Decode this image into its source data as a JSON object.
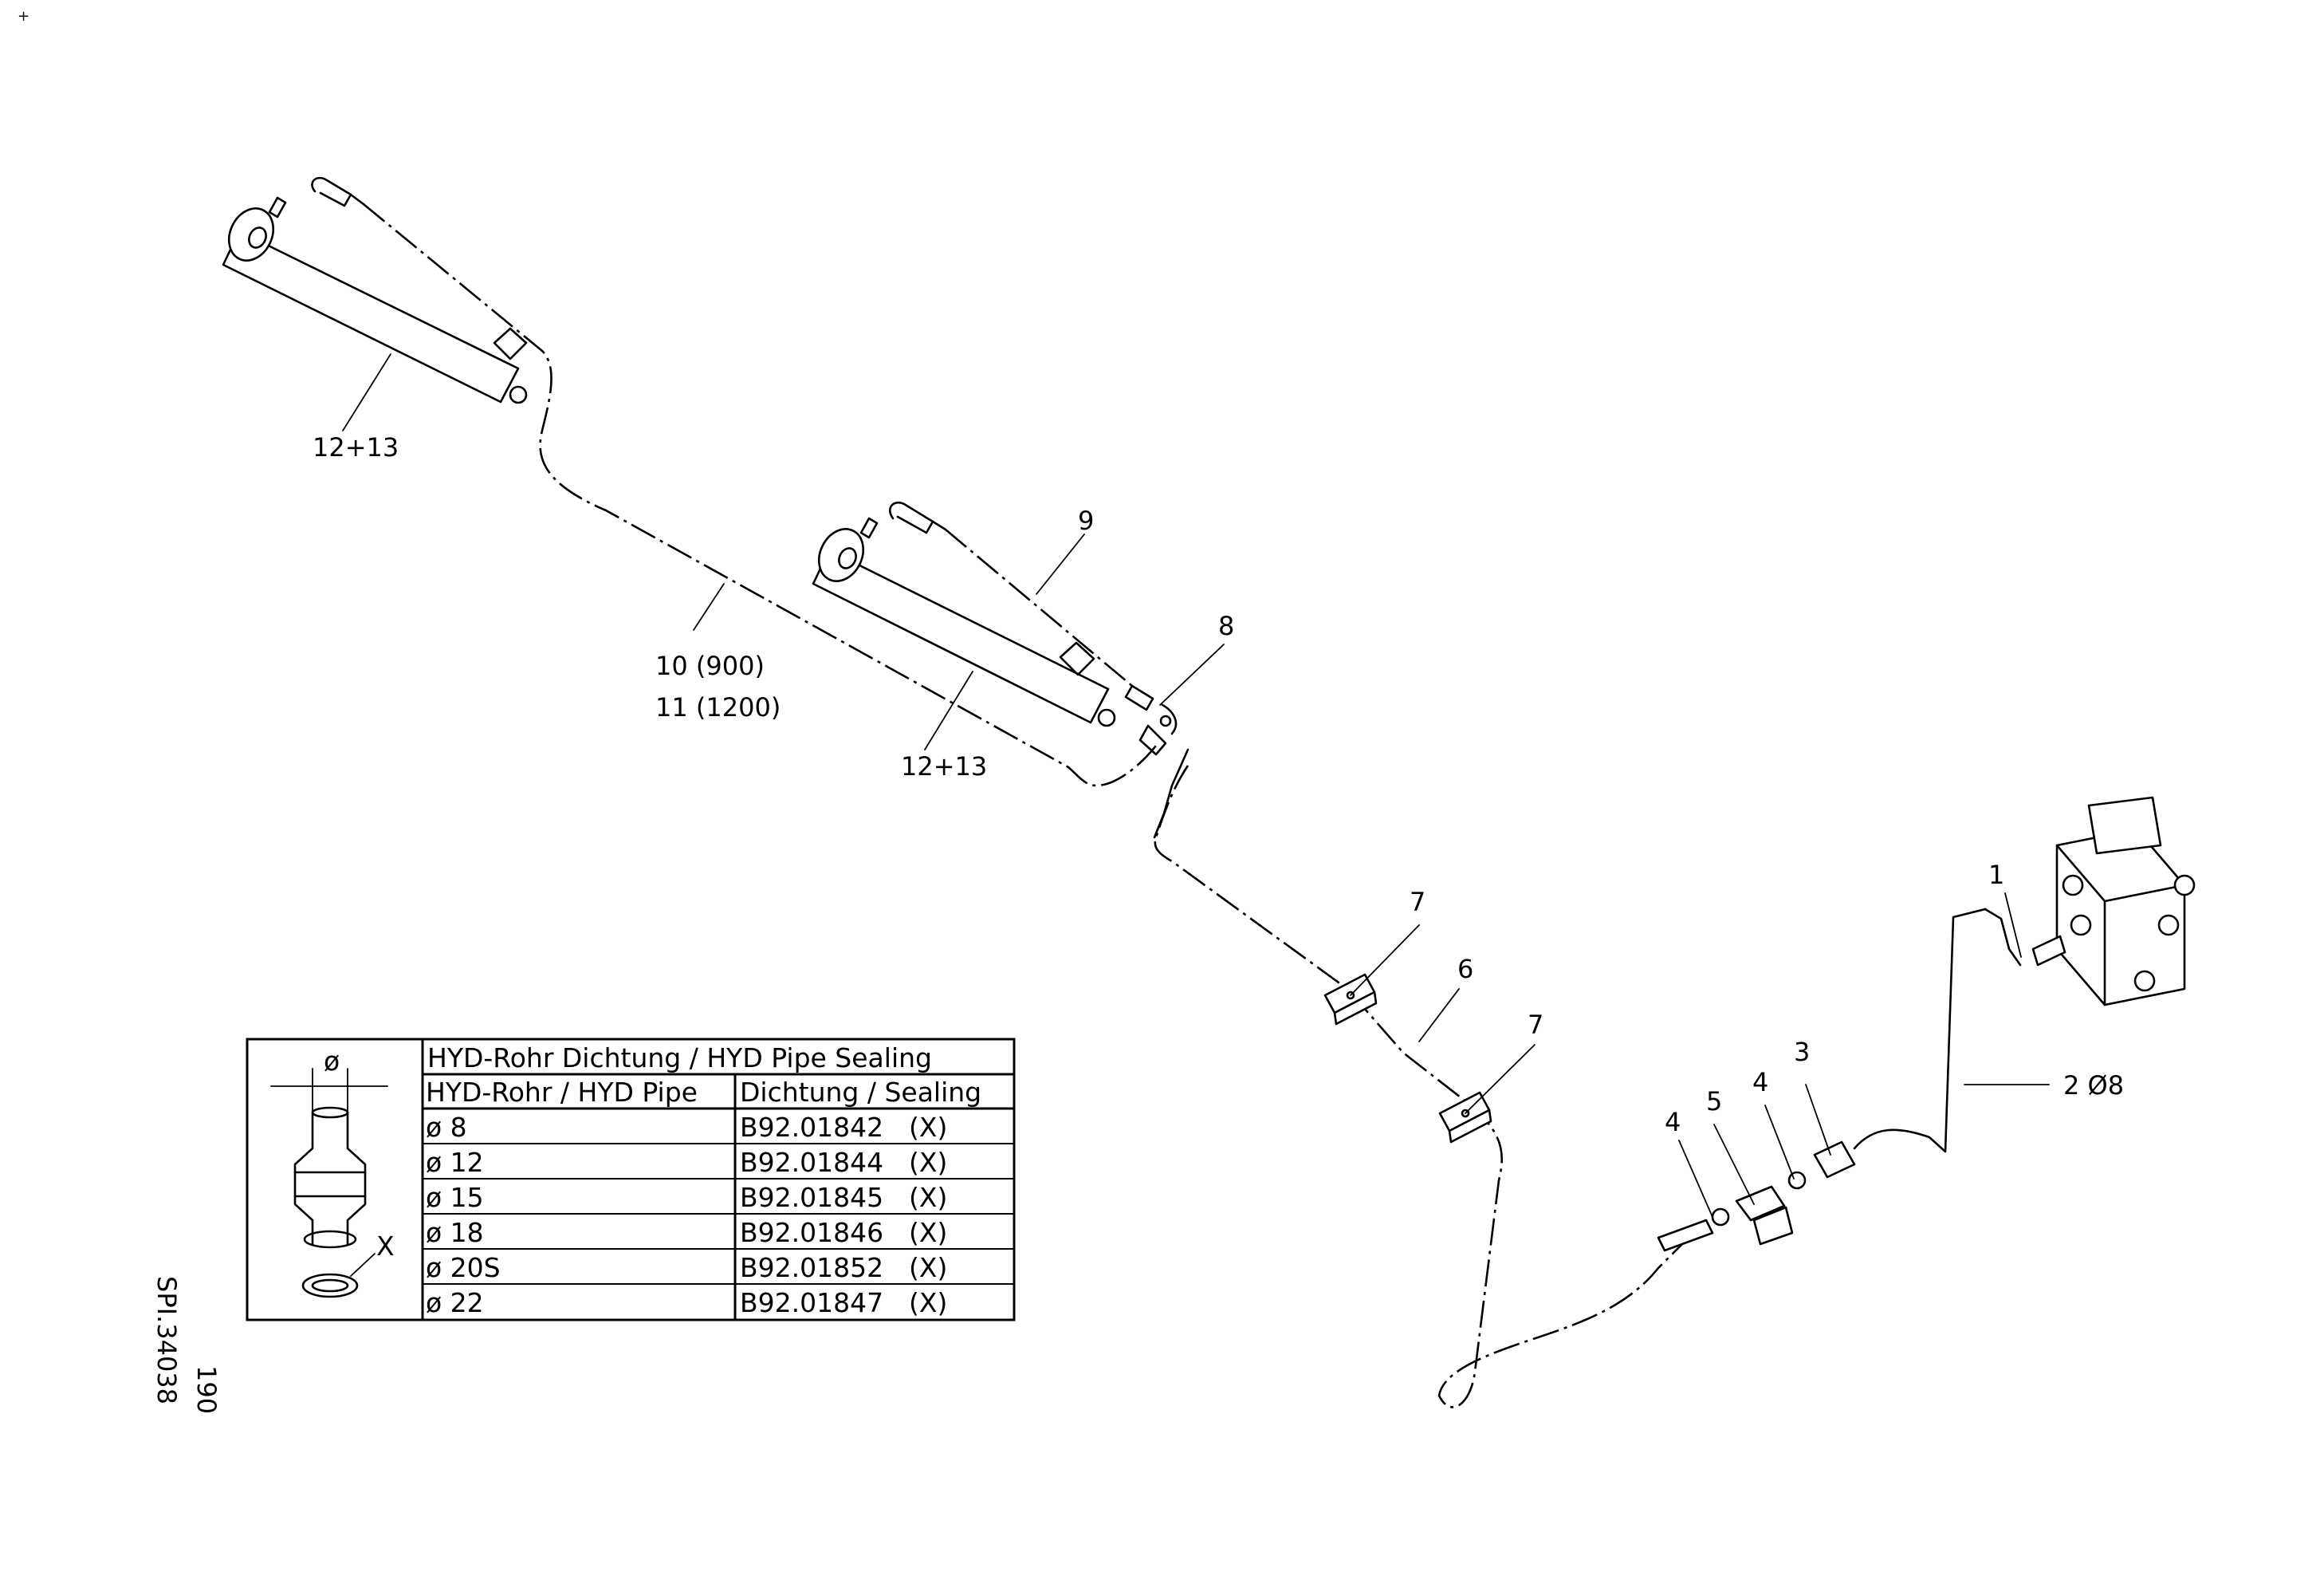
{
  "callouts": {
    "c12_13_a": "12+13",
    "c12_13_b": "12+13",
    "c10": "10 (900)",
    "c11": "11 (1200)",
    "c9": "9",
    "c8": "8",
    "c7_a": "7",
    "c7_b": "7",
    "c6": "6",
    "c5": "5",
    "c4_a": "4",
    "c4_b": "4",
    "c3": "3",
    "c2": "2 Ø8",
    "c1": "1"
  },
  "table": {
    "title": "HYD-Rohr Dichtung / HYD Pipe Sealing",
    "col_pipe": "HYD-Rohr / HYD Pipe",
    "col_seal": "Dichtung / Sealing",
    "sketch_dim": "ø",
    "sketch_x": "X",
    "rows": [
      {
        "pipe": "ø 8",
        "seal": "B92.01842",
        "mark": "(X)"
      },
      {
        "pipe": "ø 12",
        "seal": "B92.01844",
        "mark": "(X)"
      },
      {
        "pipe": "ø 15",
        "seal": "B92.01845",
        "mark": "(X)"
      },
      {
        "pipe": "ø 18",
        "seal": "B92.01846",
        "mark": "(X)"
      },
      {
        "pipe": "ø 20S",
        "seal": "B92.01852",
        "mark": "(X)"
      },
      {
        "pipe": "ø 22",
        "seal": "B92.01847",
        "mark": "(X)"
      }
    ]
  },
  "drawing_id": "SPI.34038",
  "page_number": "190"
}
